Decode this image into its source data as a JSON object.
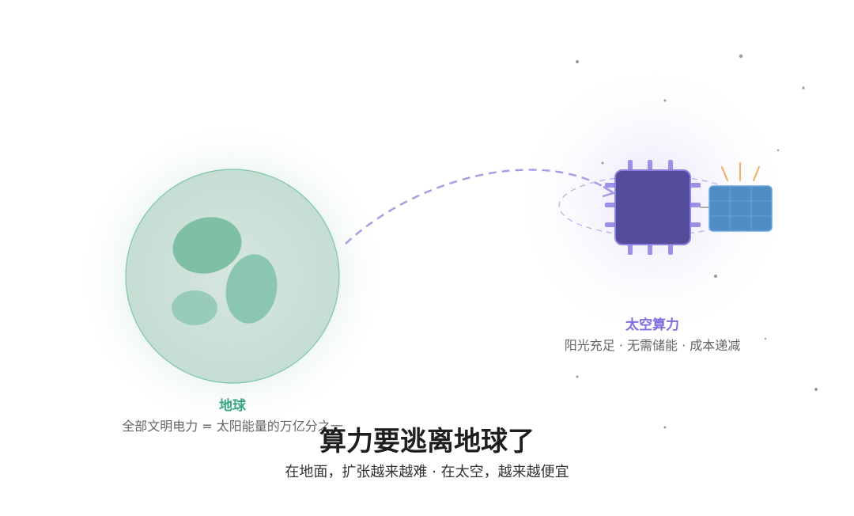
{
  "earth": {
    "label": "地球",
    "subtitle": "全部文明电力 = 太阳能量的万亿分之一"
  },
  "space": {
    "label": "太空算力",
    "subtitle": "阳光充足 · 无需储能 · 成本递减"
  },
  "headline": {
    "title": "算力要逃离地球了",
    "subtitle": "在地面，扩张越来越难 · 在太空，越来越便宜"
  },
  "colors": {
    "earth": "#3aa585",
    "chip": "#534c9a",
    "panel": "#4f8dc4",
    "accent": "#7f6fdc"
  }
}
